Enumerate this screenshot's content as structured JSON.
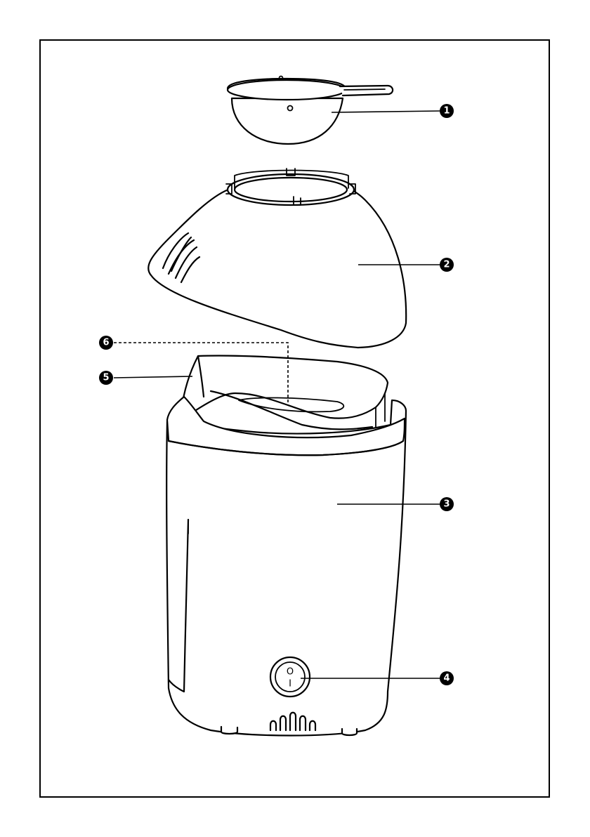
{
  "callouts": {
    "c1": "1",
    "c2": "2",
    "c3": "3",
    "c4": "4",
    "c5": "5",
    "c6": "6"
  },
  "switch_symbols": {
    "off": "O",
    "on": "I"
  },
  "colors": {
    "line": "#000000",
    "background": "#ffffff"
  }
}
